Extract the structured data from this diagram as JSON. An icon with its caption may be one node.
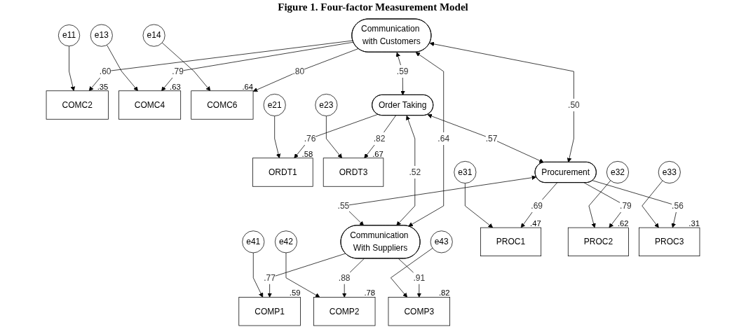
{
  "diagram": {
    "title": "Figure 1. Four-factor Measurement Model",
    "nodes": [
      {
        "text": [
          "Communication with Customers"
        ]
      },
      {
        "text": [
          "COMC2"
        ],
        "beside": [
          ".35"
        ]
      },
      {
        "text": [
          "COMC4"
        ],
        "beside": [
          ".63"
        ]
      },
      {
        "text": [
          "COMC6"
        ],
        "beside": [
          ".64"
        ]
      },
      {
        "text": [
          "Order Taking"
        ]
      },
      {
        "text": [
          "ORDT1"
        ],
        "beside": [
          ".58"
        ]
      },
      {
        "text": [
          "ORDT3"
        ],
        "beside": [
          ".67"
        ]
      },
      {
        "text": [
          "Procurement"
        ]
      },
      {
        "text": [
          "PROC1"
        ],
        "beside": [
          ".47"
        ]
      },
      {
        "text": [
          "PROC2"
        ],
        "beside": [
          ".62"
        ]
      },
      {
        "text": [
          "PROC3"
        ],
        "beside": [
          ".31"
        ]
      },
      {
        "text": [
          "Communication With Suppliers"
        ]
      },
      {
        "text": [
          "COMP1"
        ],
        "beside": [
          ".59"
        ]
      },
      {
        "text": [
          "COMP2"
        ],
        "beside": [
          ".78"
        ]
      },
      {
        "text": [
          "COMP3"
        ],
        "beside": [
          ".82"
        ]
      },
      {
        "text": [
          "e11"
        ]
      },
      {
        "text": [
          "e13"
        ]
      },
      {
        "text": [
          "e14"
        ]
      },
      {
        "text": [
          "e21"
        ]
      },
      {
        "text": [
          "e23"
        ]
      },
      {
        "text": [
          "e31"
        ]
      },
      {
        "text": [
          "e32"
        ]
      },
      {
        "text": [
          "e33"
        ]
      },
      {
        "text": [
          "e41"
        ]
      },
      {
        "text": [
          "e42"
        ]
      },
      {
        "text": [
          "e43"
        ]
      }
    ],
    "edges": [
      {
        "from": 0,
        "to": 1,
        "arrow": "to",
        "label": ".60"
      },
      {
        "from": 0,
        "to": 2,
        "arrow": "to",
        "label": ".79"
      },
      {
        "from": 0,
        "to": 3,
        "arrow": "to",
        "label": ".80"
      },
      {
        "from": 4,
        "to": 5,
        "arrow": "to",
        "label": ".76"
      },
      {
        "from": 4,
        "to": 6,
        "arrow": "to",
        "label": ".82"
      },
      {
        "from": 7,
        "to": 8,
        "arrow": "to",
        "label": ".69"
      },
      {
        "from": 7,
        "to": 9,
        "arrow": "to",
        "label": ".79"
      },
      {
        "from": 7,
        "to": 10,
        "arrow": "to",
        "label": ".56"
      },
      {
        "from": 11,
        "to": 12,
        "arrow": "to",
        "label": ".77"
      },
      {
        "from": 11,
        "to": 13,
        "arrow": "to",
        "label": ".88"
      },
      {
        "from": 11,
        "to": 14,
        "arrow": "to",
        "label": ".91"
      },
      {
        "from": 15,
        "to": 1,
        "arrow": "to"
      },
      {
        "from": 16,
        "to": 2,
        "arrow": "to"
      },
      {
        "from": 17,
        "to": 3,
        "arrow": "to"
      },
      {
        "from": 18,
        "to": 5,
        "arrow": "to"
      },
      {
        "from": 19,
        "to": 6,
        "arrow": "to"
      },
      {
        "from": 20,
        "to": 8,
        "arrow": "to"
      },
      {
        "from": 21,
        "to": 9,
        "arrow": "to"
      },
      {
        "from": 22,
        "to": 10,
        "arrow": "to"
      },
      {
        "from": 23,
        "to": 12,
        "arrow": "to"
      },
      {
        "from": 24,
        "to": 13,
        "arrow": "to"
      },
      {
        "from": 25,
        "to": 14,
        "arrow": "to"
      },
      {
        "from": 0,
        "to": 4,
        "arrow": "both",
        "label": ".59"
      },
      {
        "from": 0,
        "to": 7,
        "arrow": "both",
        "label": ".50"
      },
      {
        "from": 0,
        "to": 11,
        "arrow": "both",
        "label": ".64"
      },
      {
        "from": 4,
        "to": 7,
        "arrow": "both",
        "label": ".57"
      },
      {
        "from": 4,
        "to": 11,
        "arrow": "both",
        "label": ".52"
      },
      {
        "from": 7,
        "to": 11,
        "arrow": "both",
        "label": ".55"
      }
    ]
  }
}
